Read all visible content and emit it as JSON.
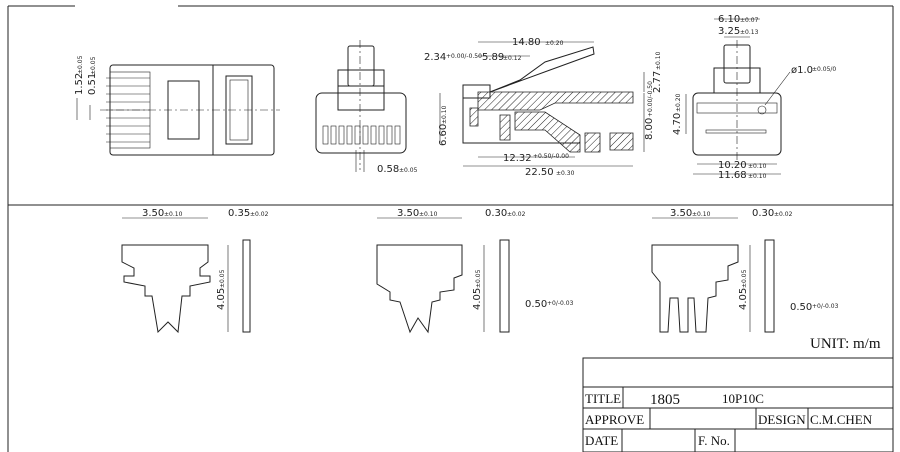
{
  "front_view": {
    "dim_pitch": "1.52",
    "dim_pitch_tol": "±0.05",
    "dim_blade": "0.51",
    "dim_blade_tol": "±0.05"
  },
  "end_view": {
    "dim_gap": "0.58",
    "dim_gap_tol": "±0.05"
  },
  "side_view": {
    "dim_latch": "2.34",
    "dim_latch_tol": "+0.00/-0.50",
    "dim_length_latch": "14.80",
    "dim_length_latch_tol": "±0.20",
    "dim_latch_start": "5.89",
    "dim_latch_start_tol": "±0.12",
    "dim_latch_height": "2.77",
    "dim_latch_height_tol": "±0.10",
    "dim_height": "6.60",
    "dim_height_tol": "±0.10",
    "dim_total_height": "8.00",
    "dim_total_height_tol": "+0.00/-0.50",
    "dim_inner": "12.32",
    "dim_inner_tol": "+0.50/-0.00",
    "dim_total": "22.50",
    "dim_total_tol": "±0.30"
  },
  "rear_view": {
    "dim_latch_w": "6.10",
    "dim_latch_w_tol": "±0.07",
    "dim_latch_inner": "3.25",
    "dim_latch_inner_tol": "±0.13",
    "dim_hole": "ø1.0",
    "dim_hole_tol": "±0.05/0",
    "dim_h": "4.70",
    "dim_h_tol": "±0.20",
    "dim_inner_w": "10.20",
    "dim_inner_w_tol": "±0.10",
    "dim_outer_w": "11.68",
    "dim_outer_w_tol": "±0.10"
  },
  "contacts": [
    {
      "width": "3.50",
      "width_tol": "±0.10",
      "thick": "0.35",
      "thick_tol": "±0.02",
      "height": "4.05",
      "height_tol": "±0.05"
    },
    {
      "width": "3.50",
      "width_tol": "±0.10",
      "thick": "0.30",
      "thick_tol": "±0.02",
      "height": "4.05",
      "height_tol": "±0.05",
      "tip": "0.50",
      "tip_tol": "+0/-0.03"
    },
    {
      "width": "3.50",
      "width_tol": "±0.10",
      "thick": "0.30",
      "thick_tol": "±0.02",
      "height": "4.05",
      "height_tol": "±0.05",
      "tip": "0.50",
      "tip_tol": "+0/-0.03"
    }
  ],
  "unit": "UNIT: m/m",
  "title_block": {
    "title_label": "TITLE",
    "title_value": "1805",
    "title_part": "10P10C",
    "approve_label": "APPROVE",
    "design_label": "DESIGN",
    "design_value": "C.M.CHEN",
    "date_label": "DATE",
    "fno_label": "F. No."
  }
}
